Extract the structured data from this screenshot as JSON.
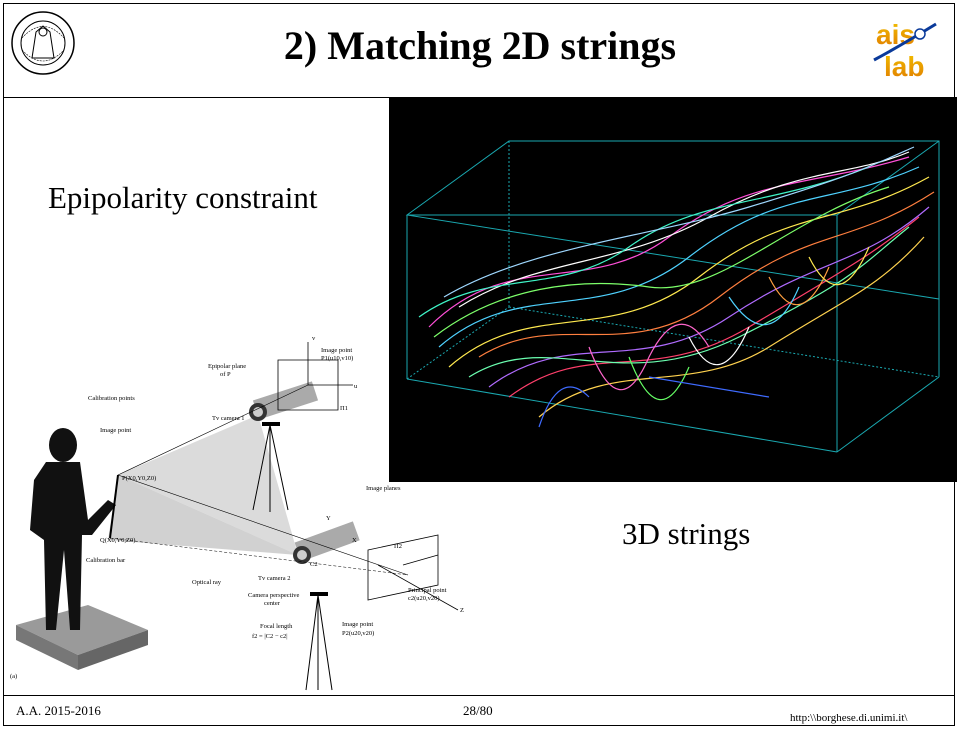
{
  "header": {
    "title": "2) Matching 2D strings",
    "logo_text_top": "ais",
    "logo_text_bottom": "lab"
  },
  "content": {
    "left_heading": "Epipolarity constraint",
    "right_caption": "3D strings"
  },
  "diagram_labels": {
    "image_point_1": "Image point",
    "p1": "P1(u10,v10)",
    "epipolar_plane": "Epipolar plane",
    "of_p": "of P",
    "tv_camera_1": "Tv camera 1",
    "pi1": "Π1",
    "calibration_points": "Calibration points",
    "p_point": "P(X0,Y0,Z0)",
    "image_planes": "Image planes",
    "q_point": "Q(X0,Y0,Z0)",
    "calibration_bar": "Calibration bar",
    "optical_ray": "Optical ray",
    "tv_camera_2": "Tv camera 2",
    "camera_center": "Camera perspective",
    "center": "center",
    "focal_length": "Focal length",
    "f2": "f2 = |C2 − c2|",
    "image_point_2": "Image point",
    "p2": "P2(u20,v20)",
    "principal_point": "Principal point",
    "c2": "c2(u20,v20)",
    "pi2": "Π2",
    "axis_v": "v",
    "axis_u": "u",
    "axis_x": "X",
    "axis_y": "Y",
    "axis_z": "Z",
    "c2_label": "C2",
    "a": "(a)"
  },
  "footer": {
    "left": "A.A. 2015-2016",
    "center": "28/80",
    "right": "http:\\\\borghese.di.unimi.it\\"
  },
  "colors": {
    "border": "#000000",
    "box": "#1aa8b0",
    "background_3d": "#000000"
  }
}
